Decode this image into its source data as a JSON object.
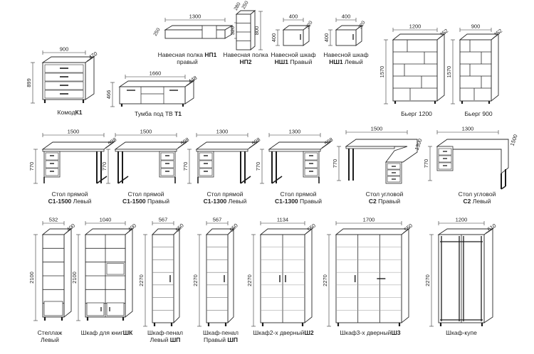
{
  "items": [
    {
      "id": "komod-k1",
      "name": "Комод",
      "code": "К1",
      "suffix": "",
      "dims": {
        "w": "900",
        "d": "470",
        "h": "899"
      }
    },
    {
      "id": "tumba-t1",
      "name": "Тумба под ТВ",
      "code": "Т1",
      "suffix": "",
      "dims": {
        "w": "1660",
        "d": "448",
        "h": "466"
      }
    },
    {
      "id": "polka-np1",
      "name": "Навесная полка",
      "code": "НП1",
      "suffix": "правый",
      "dims": {
        "w": "1300",
        "d": "250",
        "h": "320"
      }
    },
    {
      "id": "polka-np2",
      "name": "Навесная полка",
      "code": "НП2",
      "suffix": "",
      "dims": {
        "w": "250",
        "d": "280",
        "h": "800"
      }
    },
    {
      "id": "shkaf-nsh1-pr",
      "name": "Навесной шкаф",
      "code": "НШ1",
      "suffix": "Правый",
      "dims": {
        "w": "400",
        "d": "320",
        "h": "400"
      }
    },
    {
      "id": "shkaf-nsh1-lev",
      "name": "Навесной шкаф",
      "code": "НШ1",
      "suffix": "Левый",
      "dims": {
        "w": "400",
        "d": "320",
        "h": "400"
      }
    },
    {
      "id": "bjerg-1200",
      "name": "Бьерг 1200",
      "code": "",
      "suffix": "",
      "dims": {
        "w": "1200",
        "d": "352",
        "h": "1570"
      }
    },
    {
      "id": "bjerg-900",
      "name": "Бьерг 900",
      "code": "",
      "suffix": "",
      "dims": {
        "w": "900",
        "d": "352",
        "h": "1570"
      }
    },
    {
      "id": "stol-c1-1500-lev",
      "name": "Стол прямой",
      "code": "С1-1500",
      "suffix": "Левый",
      "dims": {
        "w": "1500",
        "d": "598",
        "h": "770"
      }
    },
    {
      "id": "stol-c1-1500-pr",
      "name": "Стол прямой",
      "code": "С1-1500",
      "suffix": "Правый",
      "dims": {
        "w": "1500",
        "d": "598",
        "h": "770"
      }
    },
    {
      "id": "stol-c1-1300-lev",
      "name": "Стол прямой",
      "code": "С1-1300",
      "suffix": "Левый",
      "dims": {
        "w": "1300",
        "d": "598",
        "h": "770"
      }
    },
    {
      "id": "stol-c1-1300-pr",
      "name": "Стол прямой",
      "code": "С1-1300",
      "suffix": "Правый",
      "dims": {
        "w": "1300",
        "d": "598",
        "h": "770"
      }
    },
    {
      "id": "stol-c2-pr",
      "name": "Стол угловой",
      "code": "С2",
      "suffix": "Правый",
      "dims": {
        "w": "1500",
        "d": "1300",
        "h": "770"
      }
    },
    {
      "id": "stol-c2-lev",
      "name": "Стол угловой",
      "code": "С2",
      "suffix": "Левый",
      "dims": {
        "w": "1300",
        "d": "1500",
        "h": "770"
      }
    },
    {
      "id": "stellazh-lev",
      "name": "Стеллаж",
      "code": "",
      "suffix": "Левый",
      "dims": {
        "w": "532",
        "d": "400",
        "h": "2100"
      }
    },
    {
      "id": "shkaf-shk",
      "name": "Шкаф для книг",
      "code": "ШК",
      "suffix": "",
      "dims": {
        "w": "1040",
        "d": "400",
        "h": "2100"
      }
    },
    {
      "id": "penal-lev",
      "name": "Шкаф-пенал",
      "code": "ШП",
      "suffix": "Левый",
      "dims": {
        "w": "567",
        "d": "550",
        "h": "2270"
      }
    },
    {
      "id": "penal-pr",
      "name": "Шкаф-пенал",
      "code": "ШП",
      "suffix": "Правый",
      "dims": {
        "w": "567",
        "d": "550",
        "h": "2270"
      }
    },
    {
      "id": "shkaf-sh2",
      "name": "Шкаф2-х дверный",
      "code": "Ш2",
      "suffix": "",
      "dims": {
        "w": "1134",
        "d": "550",
        "h": "2270"
      }
    },
    {
      "id": "shkaf-sh3",
      "name": "Шкаф3-х дверный",
      "code": "Ш3",
      "suffix": "",
      "dims": {
        "w": "1700",
        "d": "550",
        "h": "2270"
      }
    },
    {
      "id": "shkaf-kupe",
      "name": "Шкаф-купе",
      "code": "",
      "suffix": "",
      "dims": {
        "w": "1200",
        "d": "610",
        "h": "2270"
      }
    }
  ]
}
